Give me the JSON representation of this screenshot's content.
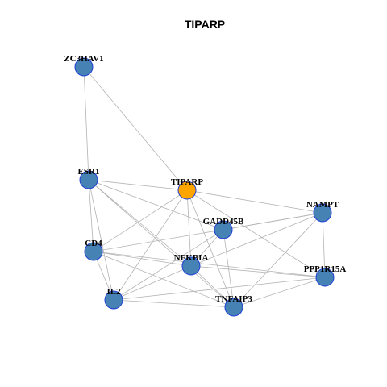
{
  "title": "TIPARP",
  "colors": {
    "hub": "#ffa500",
    "node": "#4682b4",
    "node_border": "#1f3fd6",
    "edge": "#b3b3b3"
  },
  "nodes": [
    {
      "id": "ZC3HAV1",
      "label": "ZC3HAV1",
      "hub": false
    },
    {
      "id": "ESR1",
      "label": "ESR1",
      "hub": false
    },
    {
      "id": "TIPARP",
      "label": "TIPARP",
      "hub": true
    },
    {
      "id": "NAMPT",
      "label": "NAMPT",
      "hub": false
    },
    {
      "id": "GADD45B",
      "label": "GADD45B",
      "hub": false
    },
    {
      "id": "CD4",
      "label": "CD4",
      "hub": false
    },
    {
      "id": "NFKBIA",
      "label": "NFKBIA",
      "hub": false
    },
    {
      "id": "PPP1R15A",
      "label": "PPP1R15A",
      "hub": false
    },
    {
      "id": "IL2",
      "label": "IL2",
      "hub": false
    },
    {
      "id": "TNFAIP3",
      "label": "TNFAIP3",
      "hub": false
    }
  ],
  "edges": [
    [
      "ZC3HAV1",
      "ESR1"
    ],
    [
      "ZC3HAV1",
      "TIPARP"
    ],
    [
      "ESR1",
      "TIPARP"
    ],
    [
      "ESR1",
      "GADD45B"
    ],
    [
      "ESR1",
      "CD4"
    ],
    [
      "ESR1",
      "NFKBIA"
    ],
    [
      "ESR1",
      "IL2"
    ],
    [
      "ESR1",
      "TNFAIP3"
    ],
    [
      "TIPARP",
      "NAMPT"
    ],
    [
      "TIPARP",
      "CD4"
    ],
    [
      "TIPARP",
      "NFKBIA"
    ],
    [
      "TIPARP",
      "IL2"
    ],
    [
      "TIPARP",
      "TNFAIP3"
    ],
    [
      "TIPARP",
      "PPP1R15A"
    ],
    [
      "NAMPT",
      "GADD45B"
    ],
    [
      "NAMPT",
      "PPP1R15A"
    ],
    [
      "NAMPT",
      "NFKBIA"
    ],
    [
      "NAMPT",
      "TNFAIP3"
    ],
    [
      "NAMPT",
      "CD4"
    ],
    [
      "GADD45B",
      "NFKBIA"
    ],
    [
      "GADD45B",
      "IL2"
    ],
    [
      "GADD45B",
      "TNFAIP3"
    ],
    [
      "CD4",
      "NFKBIA"
    ],
    [
      "CD4",
      "IL2"
    ],
    [
      "CD4",
      "PPP1R15A"
    ],
    [
      "CD4",
      "TNFAIP3"
    ],
    [
      "NFKBIA",
      "IL2"
    ],
    [
      "NFKBIA",
      "TNFAIP3"
    ],
    [
      "NFKBIA",
      "PPP1R15A"
    ],
    [
      "IL2",
      "TNFAIP3"
    ],
    [
      "IL2",
      "PPP1R15A"
    ],
    [
      "PPP1R15A",
      "TNFAIP3"
    ]
  ]
}
